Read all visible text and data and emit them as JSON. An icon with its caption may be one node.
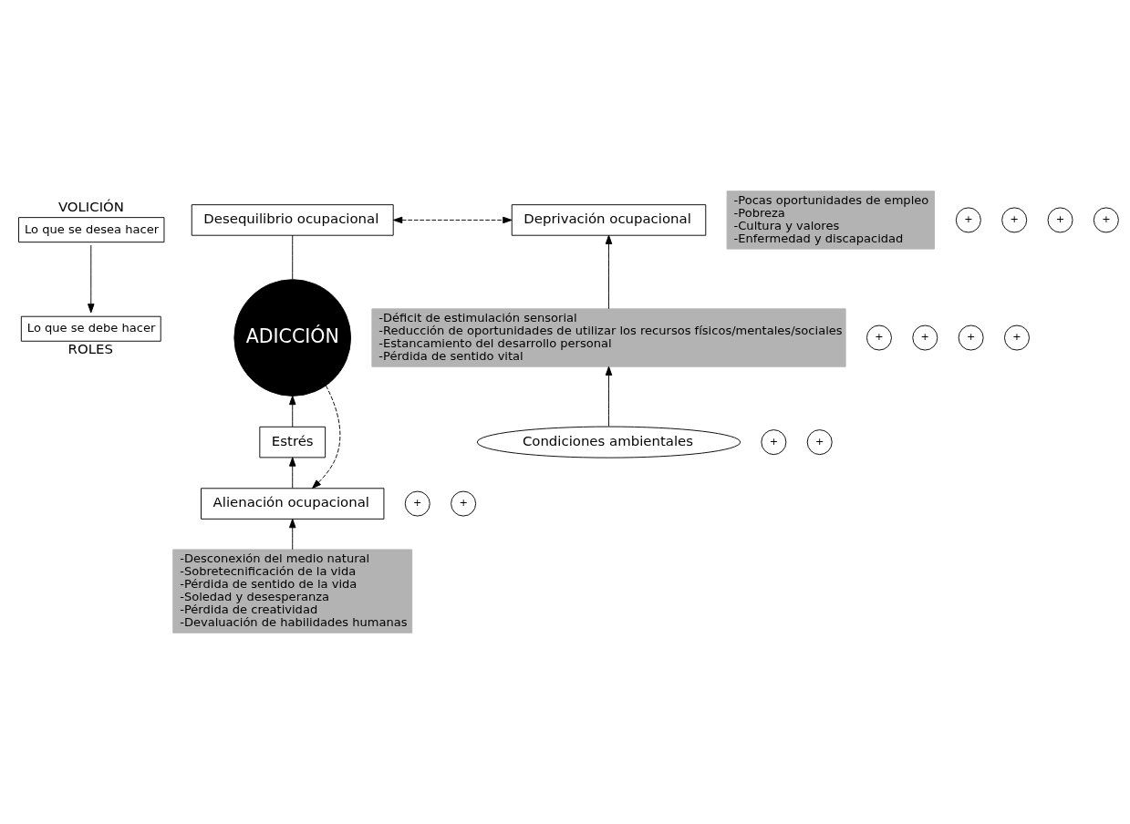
{
  "diagram": {
    "nodes": [
      {
        "text": [
          "Lo que se desea hacer"
        ],
        "beside": [
          "VOLICIÓN"
        ]
      },
      {
        "text": [
          "Lo que se debe hacer"
        ],
        "beside": [
          "ROLES"
        ]
      },
      {
        "text": [
          "Desequilibrio ocupacional"
        ]
      },
      {
        "text": [
          "ADICCIÓN"
        ]
      },
      {
        "text": [
          "Deprivación ocupacional"
        ]
      },
      {
        "text": [
          "Estrés"
        ]
      },
      {
        "text": [
          "Alienación ocupacional"
        ]
      },
      {
        "text": [
          "-Déficit de estimulación sensorial",
          "-Reducción de oportunidades de utilizar los recursos físicos/mentales/sociales",
          "-Estancamiento del desarrollo personal",
          "-Pérdida de sentido vital"
        ]
      },
      {
        "text": [
          "-Desconexión del medio natural",
          "-Sobretecnificación de la vida",
          "-Pérdida de sentido de la vida",
          "-Soledad y desesperanza",
          "-Pérdida de creatividad",
          "-Devaluación de habilidades humanas"
        ]
      },
      {
        "text": [
          "Condiciones ambientales"
        ]
      },
      {
        "text": [
          "-Pocas oportunidades de empleo",
          "-Pobreza",
          "-Cultura y valores",
          "-Enfermedad y discapacidad"
        ]
      },
      {
        "text": [
          "+"
        ]
      },
      {
        "text": [
          "+"
        ]
      },
      {
        "text": [
          "+"
        ]
      },
      {
        "text": [
          "+"
        ]
      },
      {
        "text": [
          "+"
        ]
      },
      {
        "text": [
          "+"
        ]
      },
      {
        "text": [
          "+"
        ]
      },
      {
        "text": [
          "+"
        ]
      },
      {
        "text": [
          "+"
        ]
      },
      {
        "text": [
          "+"
        ]
      },
      {
        "text": [
          "+"
        ]
      },
      {
        "text": [
          "+"
        ]
      }
    ],
    "edges": [
      {
        "from": 0,
        "to": 1,
        "arrow": "to"
      },
      {
        "from": 2,
        "to": 4,
        "arrow": "both",
        "style": "dashed"
      },
      {
        "from": 2,
        "to": 3,
        "arrow": "none"
      },
      {
        "from": 3,
        "to": 6,
        "arrow": "to",
        "style": "dashed"
      },
      {
        "from": 5,
        "to": 3,
        "arrow": "to"
      },
      {
        "from": 6,
        "to": 5,
        "arrow": "to"
      },
      {
        "from": 8,
        "to": 6,
        "arrow": "to"
      },
      {
        "from": 7,
        "to": 4,
        "arrow": "to"
      },
      {
        "from": 9,
        "to": 7,
        "arrow": "to"
      }
    ]
  }
}
